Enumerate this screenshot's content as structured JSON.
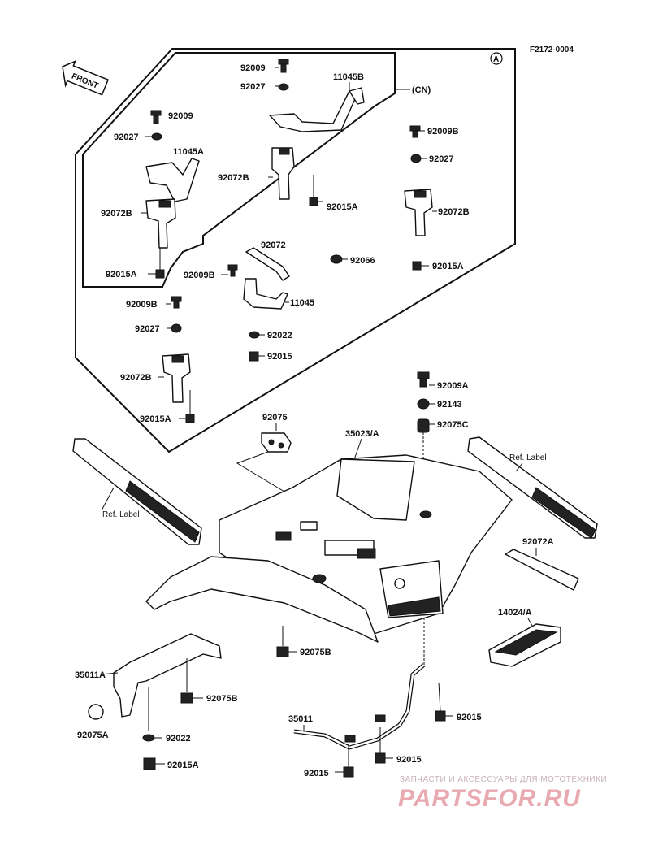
{
  "diagram_code": "F2172-0004",
  "circle_marker": "A",
  "front_label": "FRONT",
  "cn_label": "(CN)",
  "ref_label_left": "Ref. Label",
  "ref_label_right": "Ref. Label",
  "parts": {
    "p1": "92009",
    "p2": "92027",
    "p3": "11045B",
    "p4": "92009",
    "p5": "92027",
    "p6": "11045A",
    "p7": "92072B",
    "p8": "92015A",
    "p9": "92015A",
    "p10": "92072B",
    "p11": "92009B",
    "p12": "92027",
    "p13": "92072B",
    "p14": "92015A",
    "p15": "92072",
    "p16": "92066",
    "p17": "92009B",
    "p18": "11045",
    "p19": "92022",
    "p20": "92015",
    "p21": "92009B",
    "p22": "92027",
    "p23": "92072B",
    "p24": "92015A",
    "p25": "92009A",
    "p26": "92143",
    "p27": "92075",
    "p28": "35023/A",
    "p29": "92075C",
    "p30": "92072A",
    "p31": "14024/A",
    "p32": "92075B",
    "p33": "35011A",
    "p34": "92075B",
    "p35": "92075A",
    "p36": "92022",
    "p37": "92015A",
    "p38": "35011",
    "p39": "92015",
    "p40": "92015",
    "p41": "92015"
  },
  "watermark": {
    "top_line": "ЗАПЧАСТИ И АКСЕССУАРЫ ДЛЯ МОТОТЕХНИКИ",
    "brand": "PARTSFOR.RU"
  }
}
